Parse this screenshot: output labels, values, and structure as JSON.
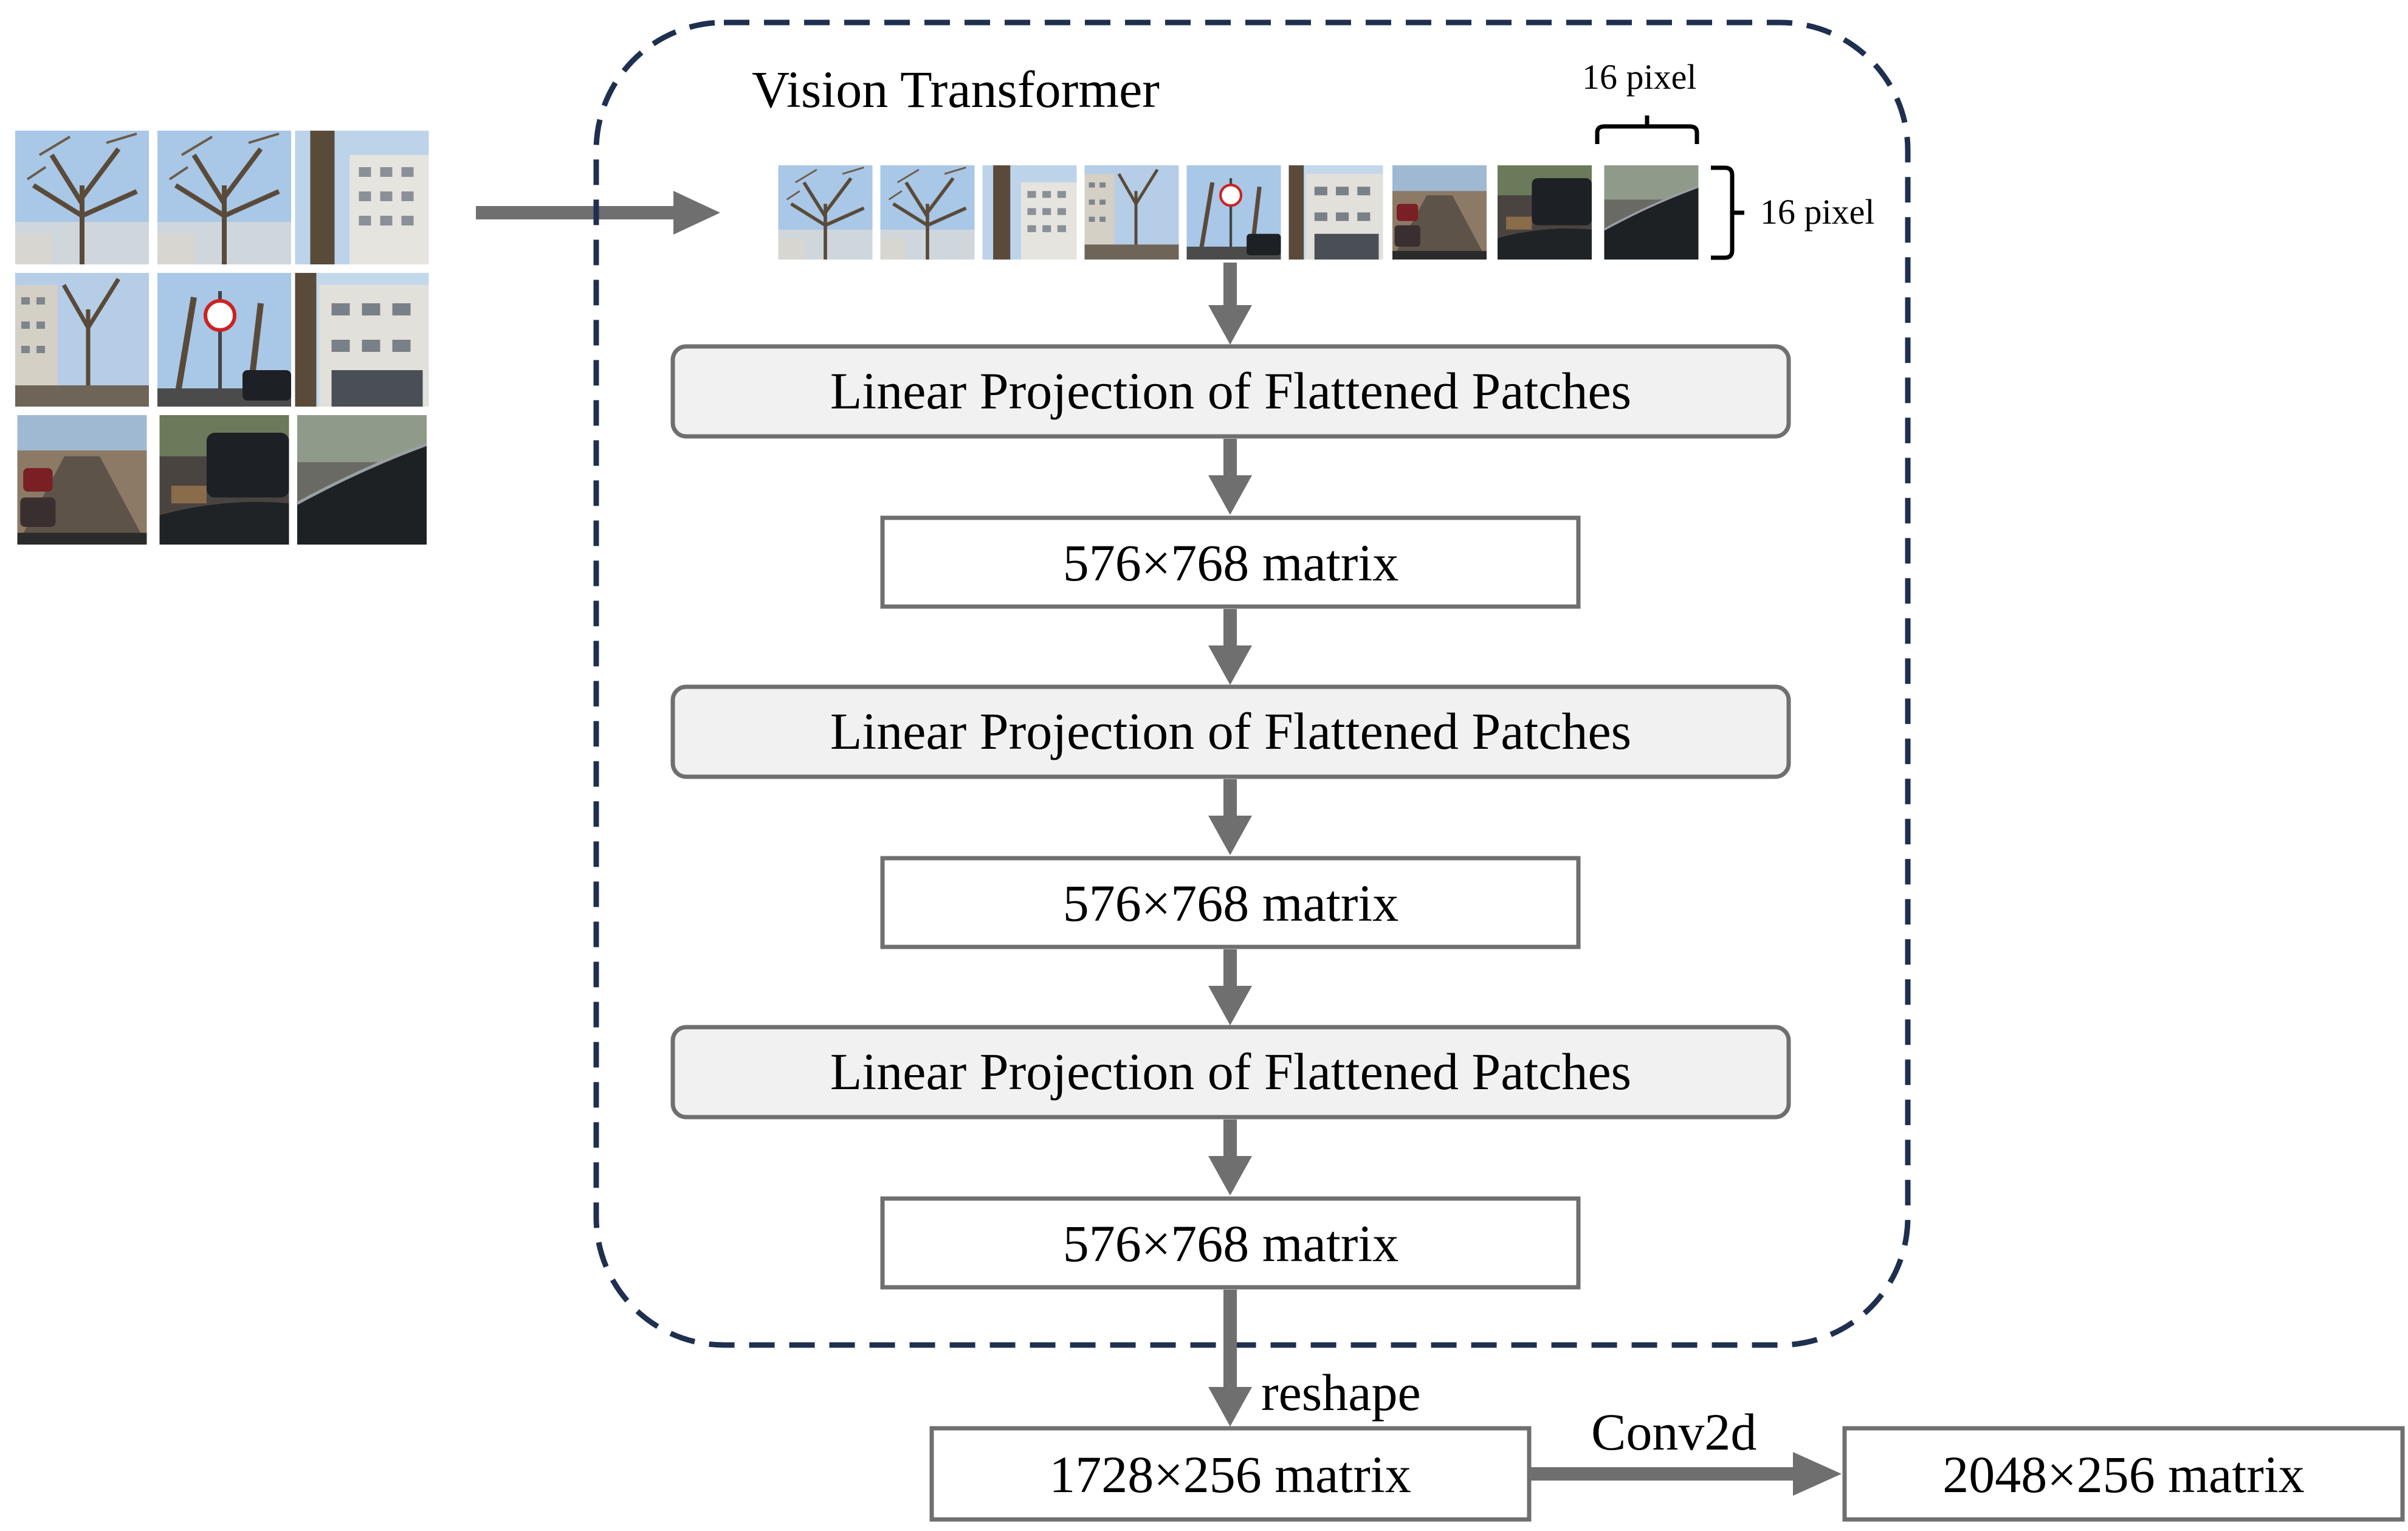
{
  "colors": {
    "dashed_border": "#1f2f4f",
    "arrow": "#6f6f6f",
    "box_border": "#6f6f6f",
    "projection_fill": "#f1f1f1",
    "matrix_fill": "#ffffff",
    "text": "#000000",
    "sky": "#a9c7e6",
    "tree": "#5a4a3a",
    "building": "#d8d6d0",
    "road": "#5d5349",
    "car": "#1d2024"
  },
  "vit": {
    "title": "Vision Transformer",
    "patch_width_label": "16 pixel",
    "patch_height_label": "16 pixel"
  },
  "blocks": {
    "projection_1": "Linear Projection of Flattened Patches",
    "matrix_1": "576×768 matrix",
    "projection_2": "Linear Projection of Flattened Patches",
    "matrix_2": "576×768 matrix",
    "projection_3": "Linear Projection of Flattened Patches",
    "matrix_3": "576×768 matrix"
  },
  "bottom": {
    "reshape_label": "reshape",
    "reshaped_matrix": "1728×256 matrix",
    "conv_label": "Conv2d",
    "output_matrix": "2048×256 matrix"
  },
  "input_image": {
    "grid_rows": 3,
    "grid_cols": 3,
    "patch_icon": "street-photo-patch"
  },
  "patch_sequence": {
    "count": 9,
    "patch_icon": "street-photo-patch"
  }
}
